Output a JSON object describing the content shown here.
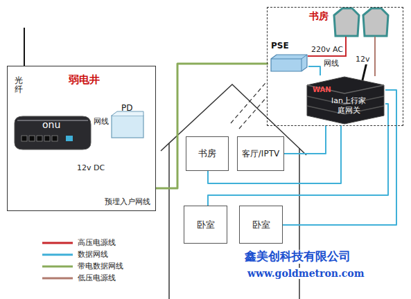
{
  "diagram": {
    "nodes": [
      {
        "text": [
          "弱电井"
        ]
      },
      {
        "text": [
          "onu"
        ],
        "in": 0
      },
      {
        "text": [
          "PD"
        ],
        "in": 0
      },
      {
        "text": [
          "书房"
        ]
      },
      {
        "text": [
          "PSE"
        ],
        "in": 3
      },
      {
        "text": [
          "WAN",
          "lan上行家 庭网关"
        ],
        "in": 3
      },
      {
        "text": [
          "书房"
        ]
      },
      {
        "text": [
          "客厅/IPTV"
        ]
      },
      {
        "text": [
          "卧室"
        ]
      },
      {
        "text": [
          "卧室"
        ]
      }
    ],
    "edges": [
      {
        "from": 1,
        "to": 2,
        "label": "网线",
        "arrow": "none"
      },
      {
        "from": 2,
        "to": 1,
        "label": "12v DC",
        "arrow": "none"
      },
      {
        "from": 2,
        "to": 4,
        "arrow": "none"
      },
      {
        "from": 4,
        "to": 5,
        "label": "网线",
        "arrow": "none"
      },
      {
        "from": 5,
        "to": 6,
        "arrow": "none"
      },
      {
        "from": 5,
        "to": 7,
        "arrow": "none"
      },
      {
        "from": 5,
        "to": 8,
        "arrow": "none"
      },
      {
        "from": 5,
        "to": 9,
        "arrow": "none"
      }
    ],
    "labels": [
      "光纤",
      "预埋入户网线",
      "220v AC",
      "12v",
      "鑫美创科技有限公司",
      "www.goldmetron.com"
    ],
    "legend": [
      {
        "text": "高压电源线",
        "color": "#c8282d"
      },
      {
        "text": "数据网线",
        "color": "#3fb0d8"
      },
      {
        "text": "带电数据网线",
        "color": "#8aab5a"
      },
      {
        "text": "低压电源线",
        "color": "#b07a6e"
      }
    ]
  }
}
